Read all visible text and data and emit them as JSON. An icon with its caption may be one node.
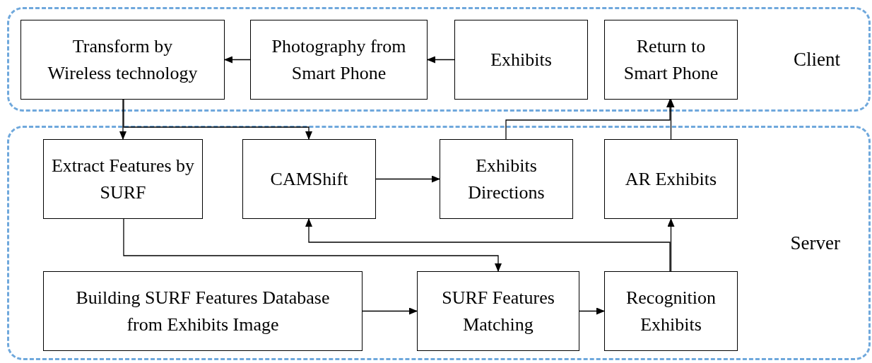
{
  "diagram": {
    "nodes": [
      {
        "text": [
          "Client"
        ]
      },
      {
        "text": [
          "Transform by Wireless technology"
        ],
        "in": 0
      },
      {
        "text": [
          "Photography from Smart Phone"
        ],
        "in": 0
      },
      {
        "text": [
          "Exhibits"
        ],
        "in": 0
      },
      {
        "text": [
          "Return to Smart Phone"
        ],
        "in": 0
      },
      {
        "text": [
          "Server"
        ]
      },
      {
        "text": [
          "Extract Features by SURF"
        ],
        "in": 5
      },
      {
        "text": [
          "CAMShift"
        ],
        "in": 5
      },
      {
        "text": [
          "Exhibits Directions"
        ],
        "in": 5
      },
      {
        "text": [
          "AR Exhibits"
        ],
        "in": 5
      },
      {
        "text": [
          "Building SURF Features Database from Exhibits Image"
        ],
        "in": 5
      },
      {
        "text": [
          "SURF Features Matching"
        ],
        "in": 5
      },
      {
        "text": [
          "Recognition Exhibits"
        ],
        "in": 5
      }
    ],
    "edges": [
      {
        "from": 2,
        "to": 1,
        "arrow": "to"
      },
      {
        "from": 3,
        "to": 2,
        "arrow": "to"
      },
      {
        "from": 1,
        "to": 6,
        "arrow": "to"
      },
      {
        "from": 1,
        "to": 7,
        "arrow": "to"
      },
      {
        "from": 7,
        "to": 8,
        "arrow": "to"
      },
      {
        "from": 8,
        "to": 4,
        "arrow": "to"
      },
      {
        "from": 9,
        "to": 4,
        "arrow": "to"
      },
      {
        "from": 6,
        "to": 11,
        "arrow": "to"
      },
      {
        "from": 10,
        "to": 11,
        "arrow": "to"
      },
      {
        "from": 11,
        "to": 12,
        "arrow": "to"
      },
      {
        "from": 12,
        "to": 9,
        "arrow": "to"
      },
      {
        "from": 12,
        "to": 7,
        "arrow": "to"
      }
    ]
  }
}
